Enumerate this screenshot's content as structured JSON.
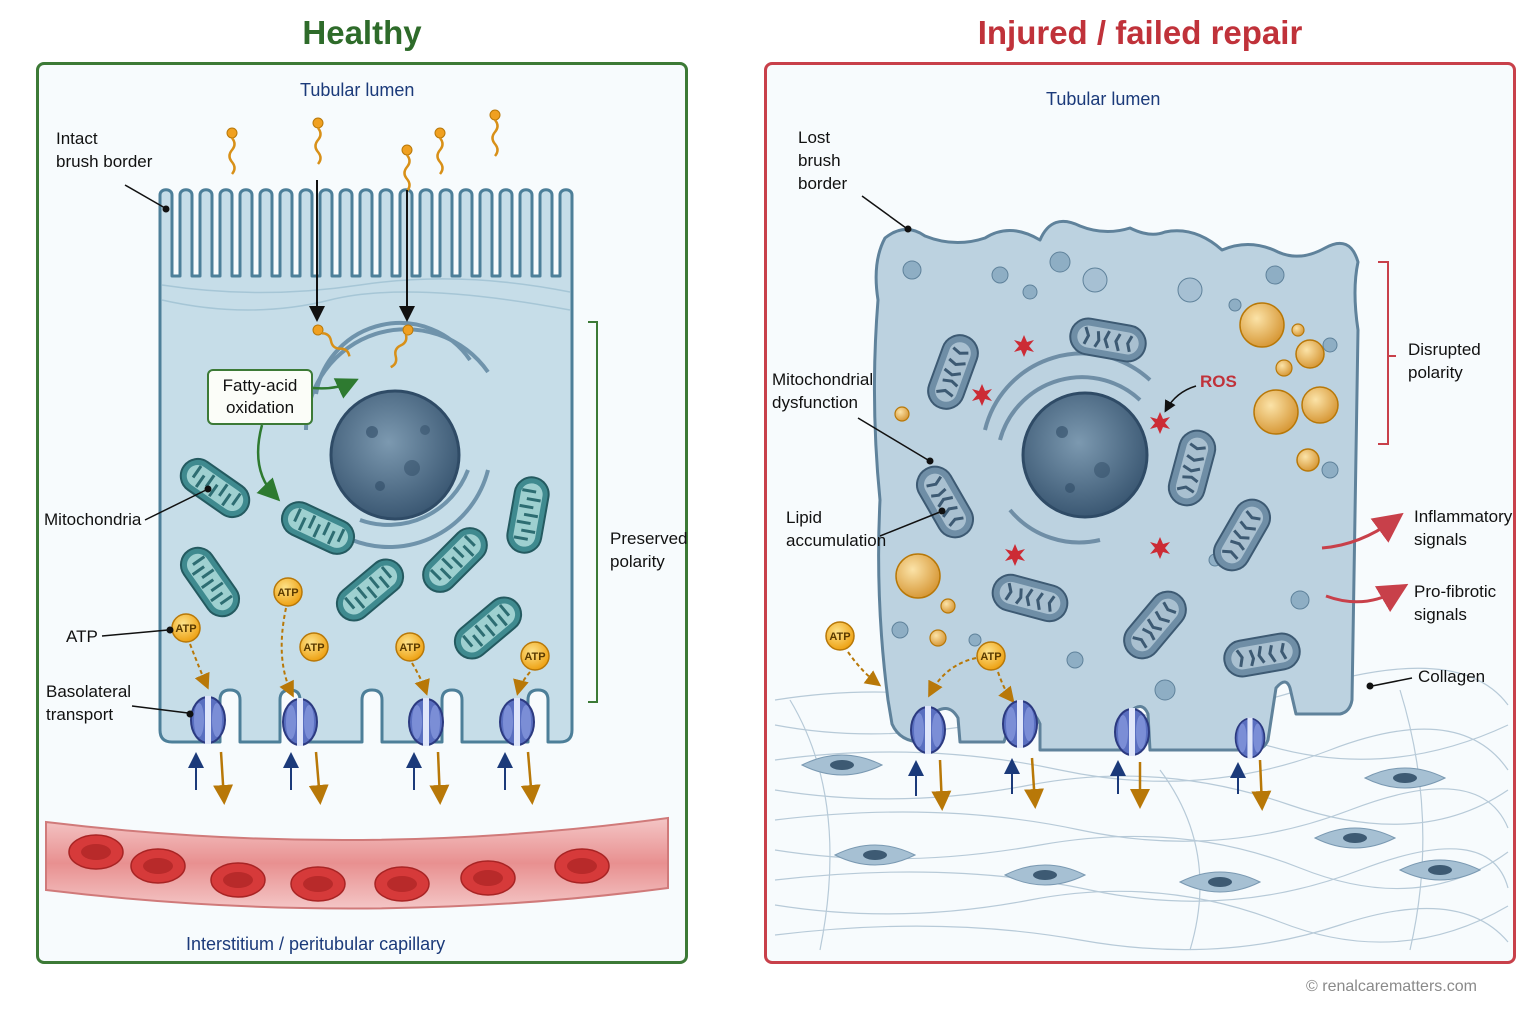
{
  "healthy": {
    "title": "Healthy",
    "lumen_label": "Tubular lumen",
    "brush_border_label": "Intact\nbrush border",
    "fao_label": "Fatty-acid\noxidation",
    "mitochondria_label": "Mitochondria",
    "atp_label": "ATP",
    "basolateral_label": "Basolateral\ntransport",
    "polarity_label": "Preserved\npolarity",
    "interstitium_label": "Interstitium / peritubular capillary",
    "atp_badge": "ATP"
  },
  "injured": {
    "title": "Injured / failed repair",
    "lumen_label": "Tubular lumen",
    "brush_border_label": "Lost\nbrush\nborder",
    "mito_dysfunction_label": "Mitochondrial\ndysfunction",
    "lipid_label": "Lipid\naccumulation",
    "ros_label": "ROS",
    "polarity_label": "Disrupted\npolarity",
    "inflammatory_label": "Inflammatory\nsignals",
    "profibrotic_label": "Pro-fibrotic\nsignals",
    "collagen_label": "Collagen",
    "atp_badge": "ATP"
  },
  "copyright": "© renalcarematters.com",
  "colors": {
    "healthy_accent": "#3c7a36",
    "injured_accent": "#c8404a",
    "cell_fill": "#c6dde8",
    "mito_fill": "#3f8a8f",
    "atp_fill": "#f4b324",
    "rbc_fill": "#d63a3a",
    "lipid_fill": "#e9b55a"
  }
}
